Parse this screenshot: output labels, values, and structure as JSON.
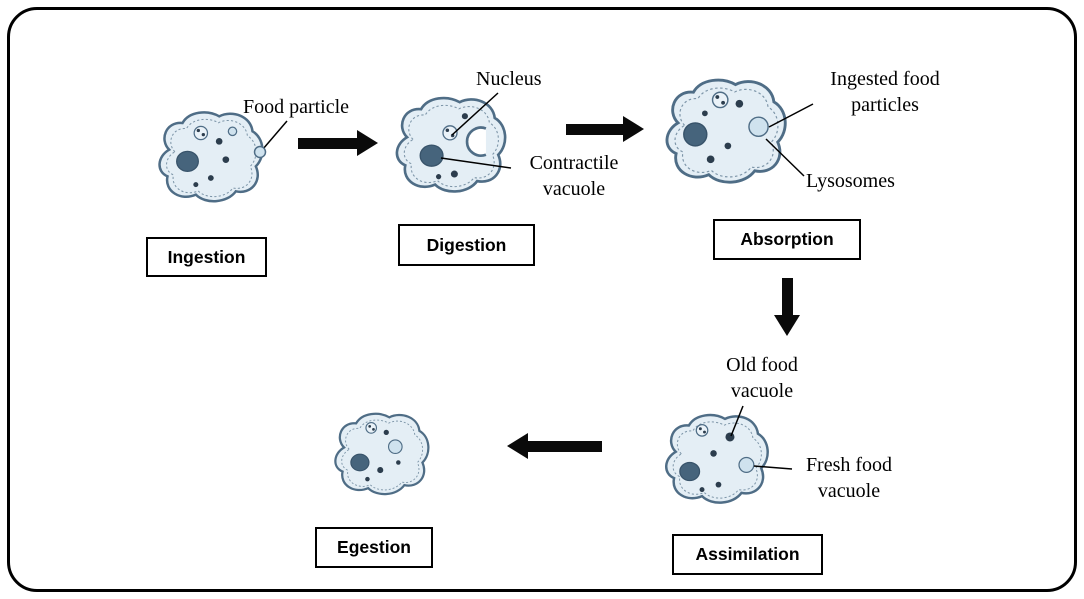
{
  "colors": {
    "border": "#000000",
    "arrow": "#0a0a0a",
    "amoeba_fill": "#e4eef5",
    "amoeba_outline": "#4f6d86",
    "nucleus": "#46647c"
  },
  "stages": [
    {
      "id": "ingestion",
      "label": "Ingestion"
    },
    {
      "id": "digestion",
      "label": "Digestion"
    },
    {
      "id": "absorption",
      "label": "Absorption"
    },
    {
      "id": "assimilation",
      "label": "Assimilation"
    },
    {
      "id": "egestion",
      "label": "Egestion"
    }
  ],
  "annotations": {
    "food_particle": "Food particle",
    "nucleus": "Nucleus",
    "contractile_vacuole": "Contractile vacuole",
    "ingested_food_particles": "Ingested food particles",
    "lysosomes": "Lysosomes",
    "old_food_vacuole": "Old food vacuole",
    "fresh_food_vacuole": "Fresh food vacuole"
  }
}
